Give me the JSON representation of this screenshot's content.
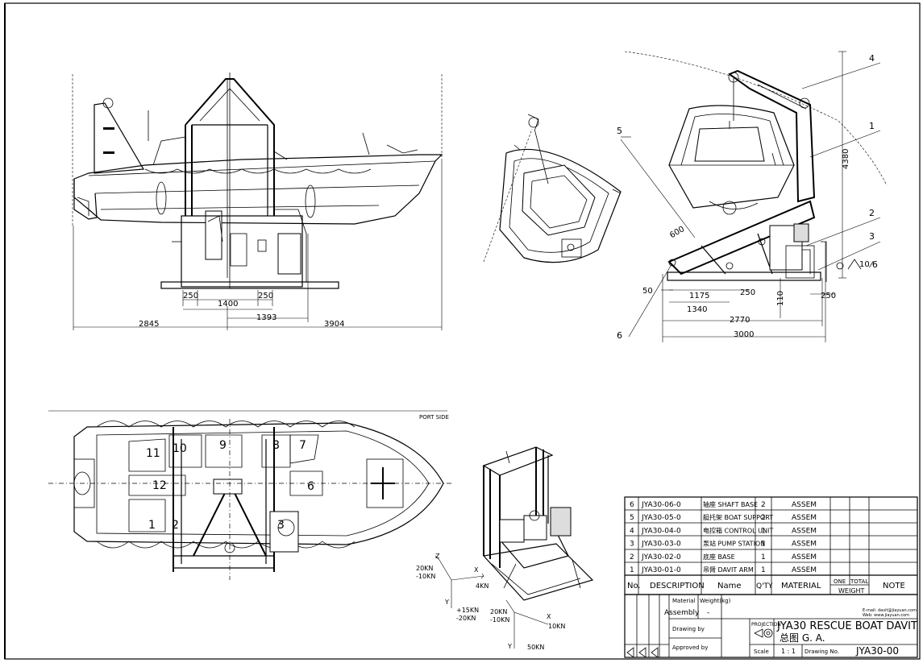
{
  "dimensions": {
    "side": {
      "d250_left": "250",
      "d1400": "1400",
      "d250_right": "250",
      "d1393": "1393",
      "d2845": "2845",
      "d3904": "3904"
    },
    "elevation": {
      "d600": "600",
      "d50": "50",
      "d1175": "1175",
      "d250": "250",
      "d1340": "1340",
      "d2770": "2770",
      "d3000": "3000",
      "d110": "110",
      "d250_right": "250",
      "d4380": "4380",
      "roughness": "10"
    }
  },
  "callouts": {
    "c1": "1",
    "c2": "2",
    "c3": "3",
    "c4": "4",
    "c5": "5",
    "c6": "6"
  },
  "plan": {
    "port_side": "PORT SIDE",
    "seats": [
      "1",
      "2",
      "3",
      "6",
      "7",
      "8",
      "9",
      "10",
      "11",
      "12"
    ]
  },
  "loads": {
    "left": {
      "z": "Z",
      "zl1": "20KN",
      "zl2": "-10KN",
      "x": "X",
      "xl": "4KN",
      "y": "Y",
      "yl1": "+15KN",
      "yl2": "-20KN"
    },
    "right": {
      "zl1": "20KN",
      "zl2": "-10KN",
      "x": "X",
      "xl": "10KN",
      "y": "Y",
      "yl": "50KN"
    }
  },
  "bom": {
    "rows": [
      {
        "no": "6",
        "desc": "JYA30-06-0",
        "name": "轴座 SHAFT BASE",
        "qty": "2",
        "material": "ASSEM"
      },
      {
        "no": "5",
        "desc": "JYA30-05-0",
        "name": "艇托架 BOAT SUPPORT",
        "qty": "2",
        "material": "ASSEM"
      },
      {
        "no": "4",
        "desc": "JYA30-04-0",
        "name": "电控箱 CONTROL UNIT",
        "qty": "1",
        "material": "ASSEM"
      },
      {
        "no": "3",
        "desc": "JYA30-03-0",
        "name": "泵站 PUMP STATION",
        "qty": "1",
        "material": "ASSEM"
      },
      {
        "no": "2",
        "desc": "JYA30-02-0",
        "name": "底座 BASE",
        "qty": "1",
        "material": "ASSEM"
      },
      {
        "no": "1",
        "desc": "JYA30-01-0",
        "name": "吊臂 DAVIT ARM",
        "qty": "1",
        "material": "ASSEM"
      }
    ],
    "header": {
      "no": "No.",
      "desc": "DESCRIPTION",
      "name": "Name",
      "qty": "Q'TY",
      "material": "MATERIAL",
      "one": "ONE",
      "total": "TOTAL",
      "weight": "WEIGHT",
      "note": "NOTE"
    }
  },
  "title_block": {
    "material_label": "Material",
    "weight_label": "Weight(kg)",
    "assembly": "Assembly",
    "weight_value": "-",
    "drawing_by": "Drawing by",
    "approved_by": "Approved by",
    "email": "E-mail: davit@jiayuan.com",
    "web": "Web: www.jiayuan.com",
    "projection": "PROJECTION",
    "title": "JYA30 RESCUE BOAT DAVIT",
    "subtitle": "总图 G. A.",
    "scale_label": "Scale",
    "scale_value": "1 : 1",
    "drawing_no_label": "Drawing No.",
    "drawing_no": "JYA30-00"
  }
}
